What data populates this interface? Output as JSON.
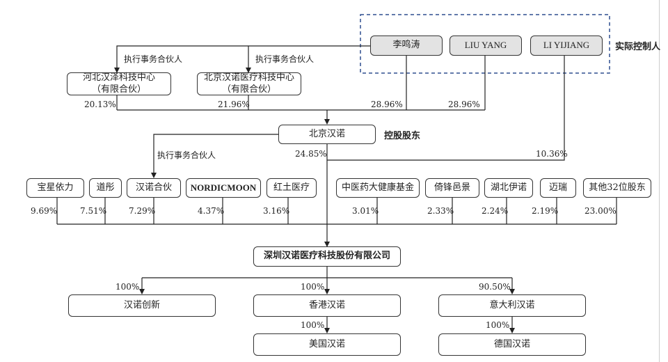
{
  "controllers": {
    "li_mingtao": "李鸣涛",
    "liu_yang": "LIU YANG",
    "li_yijiang": "LI YIJIANG",
    "label": "实际控制人"
  },
  "gp_labels": {
    "gp1": "执行事务合伙人",
    "gp2": "执行事务合伙人",
    "gp3": "执行事务合伙人"
  },
  "partnerships": {
    "hebei": [
      "河北汉泽科技中心",
      "（有限合伙）"
    ],
    "beijing_med": [
      "北京汉诺医疗科技中心",
      "（有限合伙）"
    ]
  },
  "holding": {
    "name": "北京汉诺",
    "label": "控股股东"
  },
  "shareholders": [
    {
      "name": "宝星依力",
      "pct": "9.69%"
    },
    {
      "name": "道彤",
      "pct": "7.51%"
    },
    {
      "name": "汉诺合伙",
      "pct": "7.29%"
    },
    {
      "name": "NORDICMOON",
      "pct": "4.37%"
    },
    {
      "name": "红土医疗",
      "pct": "3.16%"
    },
    {
      "name": "中医药大健康基金",
      "pct": "3.01%"
    },
    {
      "name": "倚锋邑景",
      "pct": "2.33%"
    },
    {
      "name": "湖北伊诺",
      "pct": "2.24%"
    },
    {
      "name": "迈瑞",
      "pct": "2.19%"
    },
    {
      "name": "其他32位股东",
      "pct": "23.00%"
    }
  ],
  "percentages": {
    "hebei_to_bj": "20.13%",
    "bjmed_to_bj": "21.96%",
    "limingtao_to_bj": "28.96%",
    "liuyang_to_bj": "28.96%",
    "bj_to_company": "24.85%",
    "liyijiang_to_company": "10.36%"
  },
  "company": "深圳汉诺医疗科技股份有限公司",
  "subsidiaries": {
    "innovation": {
      "name": "汉诺创新",
      "pct": "100%"
    },
    "hongkong": {
      "name": "香港汉诺",
      "pct": "100%"
    },
    "italy": {
      "name": "意大利汉诺",
      "pct": "90.50%"
    },
    "usa": {
      "name": "美国汉诺",
      "pct": "100%"
    },
    "germany": {
      "name": "德国汉诺",
      "pct": "100%"
    }
  }
}
